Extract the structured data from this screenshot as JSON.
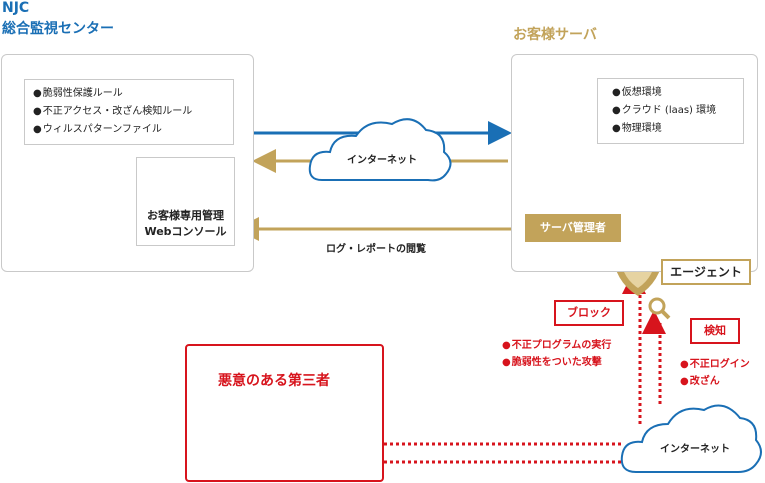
{
  "titles": {
    "njc_line1": "NJC",
    "njc_line2": "総合監視センター",
    "customer_server": "お客様サーバ"
  },
  "njc_rules": [
    "脆弱性保護ルール",
    "不正アクセス・改ざん検知ルール",
    "ウィルスパターンファイル"
  ],
  "console": {
    "line1": "お客様専用管理",
    "line2": "Webコンソール"
  },
  "server_env": [
    "仮想環境",
    "クラウド (laas) 環境",
    "物理環境"
  ],
  "internet_top": "インターネット",
  "internet_bottom": "インターネット",
  "log_report": "ログ・レポートの閲覧",
  "server_admin": "サーバ管理者",
  "agent": "エージェント",
  "block": {
    "label": "ブロック",
    "items": [
      "不正プログラムの実行",
      "脆弱性をついた攻撃"
    ]
  },
  "detect": {
    "label": "検知",
    "items": [
      "不正ログイン",
      "改ざん"
    ]
  },
  "malicious_third_party": "悪意のある第三者",
  "colors": {
    "njc_blue": "#1a6fb5",
    "gold": "#c2a35a",
    "red": "#d7141d"
  },
  "icons": [
    "person-icon",
    "laptop-icon",
    "monitor-icon",
    "shield-icon",
    "magnifier-icon",
    "cloud-icon",
    "trendmicro-logo-icon"
  ]
}
